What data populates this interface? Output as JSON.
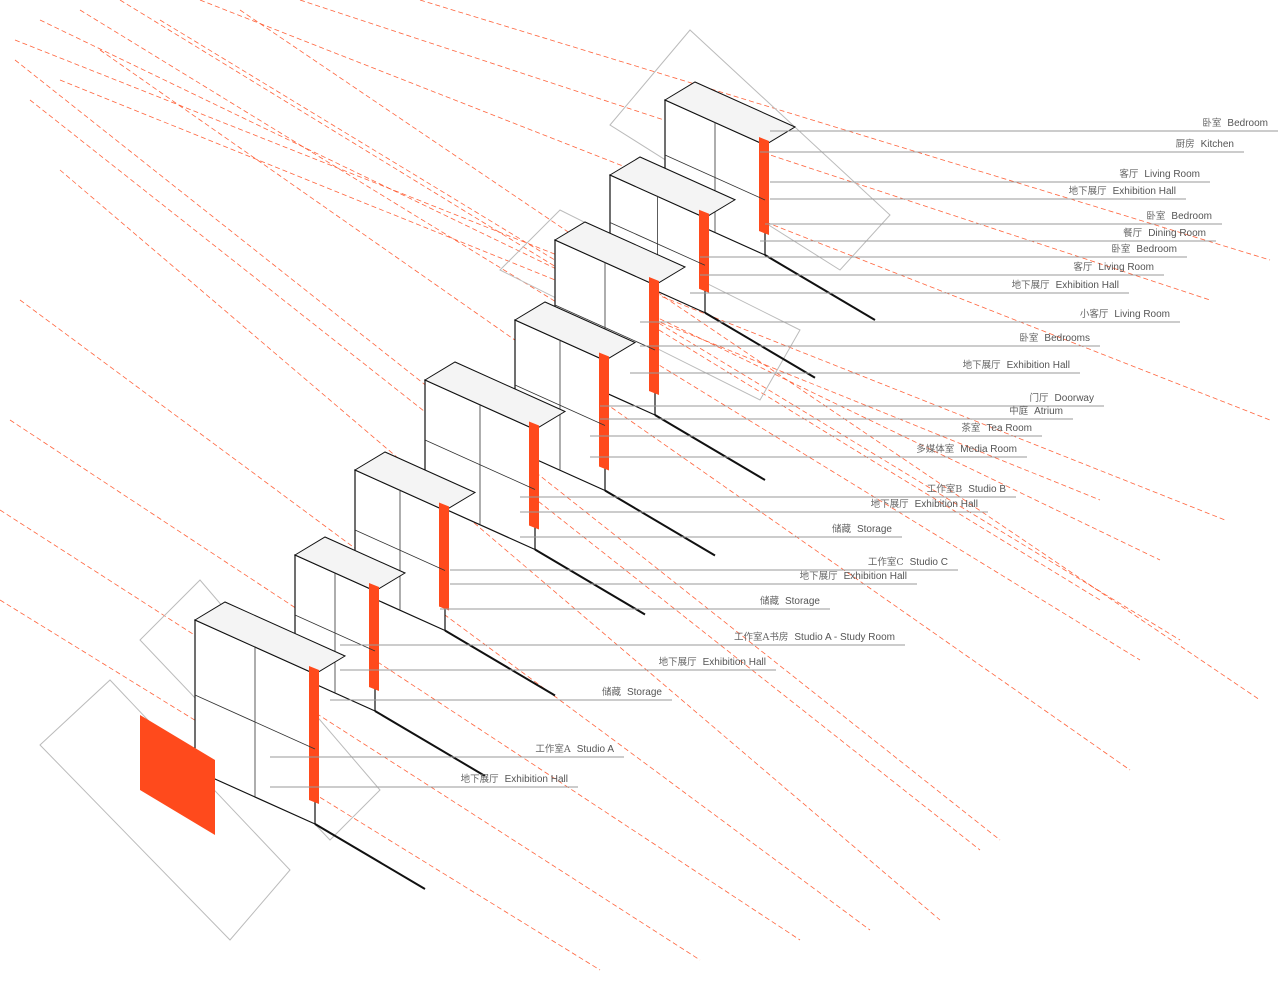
{
  "diagram": {
    "type": "exploded axonometric architectural section",
    "accent_color": "#ff4a1c",
    "line_color": "#111111",
    "leader_color": "#999999",
    "labels": [
      {
        "zh": "卧室",
        "en": "Bedroom"
      },
      {
        "zh": "厨房",
        "en": "Kitchen"
      },
      {
        "zh": "客厅",
        "en": "Living Room"
      },
      {
        "zh": "地下展厅",
        "en": "Exhibition Hall"
      },
      {
        "zh": "卧室",
        "en": "Bedroom"
      },
      {
        "zh": "餐厅",
        "en": "Dining Room"
      },
      {
        "zh": "卧室",
        "en": "Bedroom"
      },
      {
        "zh": "客厅",
        "en": "Living Room"
      },
      {
        "zh": "地下展厅",
        "en": "Exhibition Hall"
      },
      {
        "zh": "小客厅",
        "en": "Living Room"
      },
      {
        "zh": "卧室",
        "en": "Bedrooms"
      },
      {
        "zh": "地下展厅",
        "en": "Exhibition Hall"
      },
      {
        "zh": "门厅",
        "en": "Doorway"
      },
      {
        "zh": "中庭",
        "en": "Atrium"
      },
      {
        "zh": "茶室",
        "en": "Tea Room"
      },
      {
        "zh": "多媒体室",
        "en": "Media Room"
      },
      {
        "zh": "工作室B",
        "en": "Studio B"
      },
      {
        "zh": "地下展厅",
        "en": "Exhibition Hall"
      },
      {
        "zh": "储藏",
        "en": "Storage"
      },
      {
        "zh": "工作室C",
        "en": "Studio C"
      },
      {
        "zh": "地下展厅",
        "en": "Exhibition Hall"
      },
      {
        "zh": "储藏",
        "en": "Storage"
      },
      {
        "zh": "工作室A书房",
        "en": "Studio A - Study Room"
      },
      {
        "zh": "地下展厅",
        "en": "Exhibition Hall"
      },
      {
        "zh": "储藏",
        "en": "Storage"
      },
      {
        "zh": "工作室A",
        "en": "Studio A"
      },
      {
        "zh": "地下展厅",
        "en": "Exhibition Hall"
      }
    ]
  }
}
